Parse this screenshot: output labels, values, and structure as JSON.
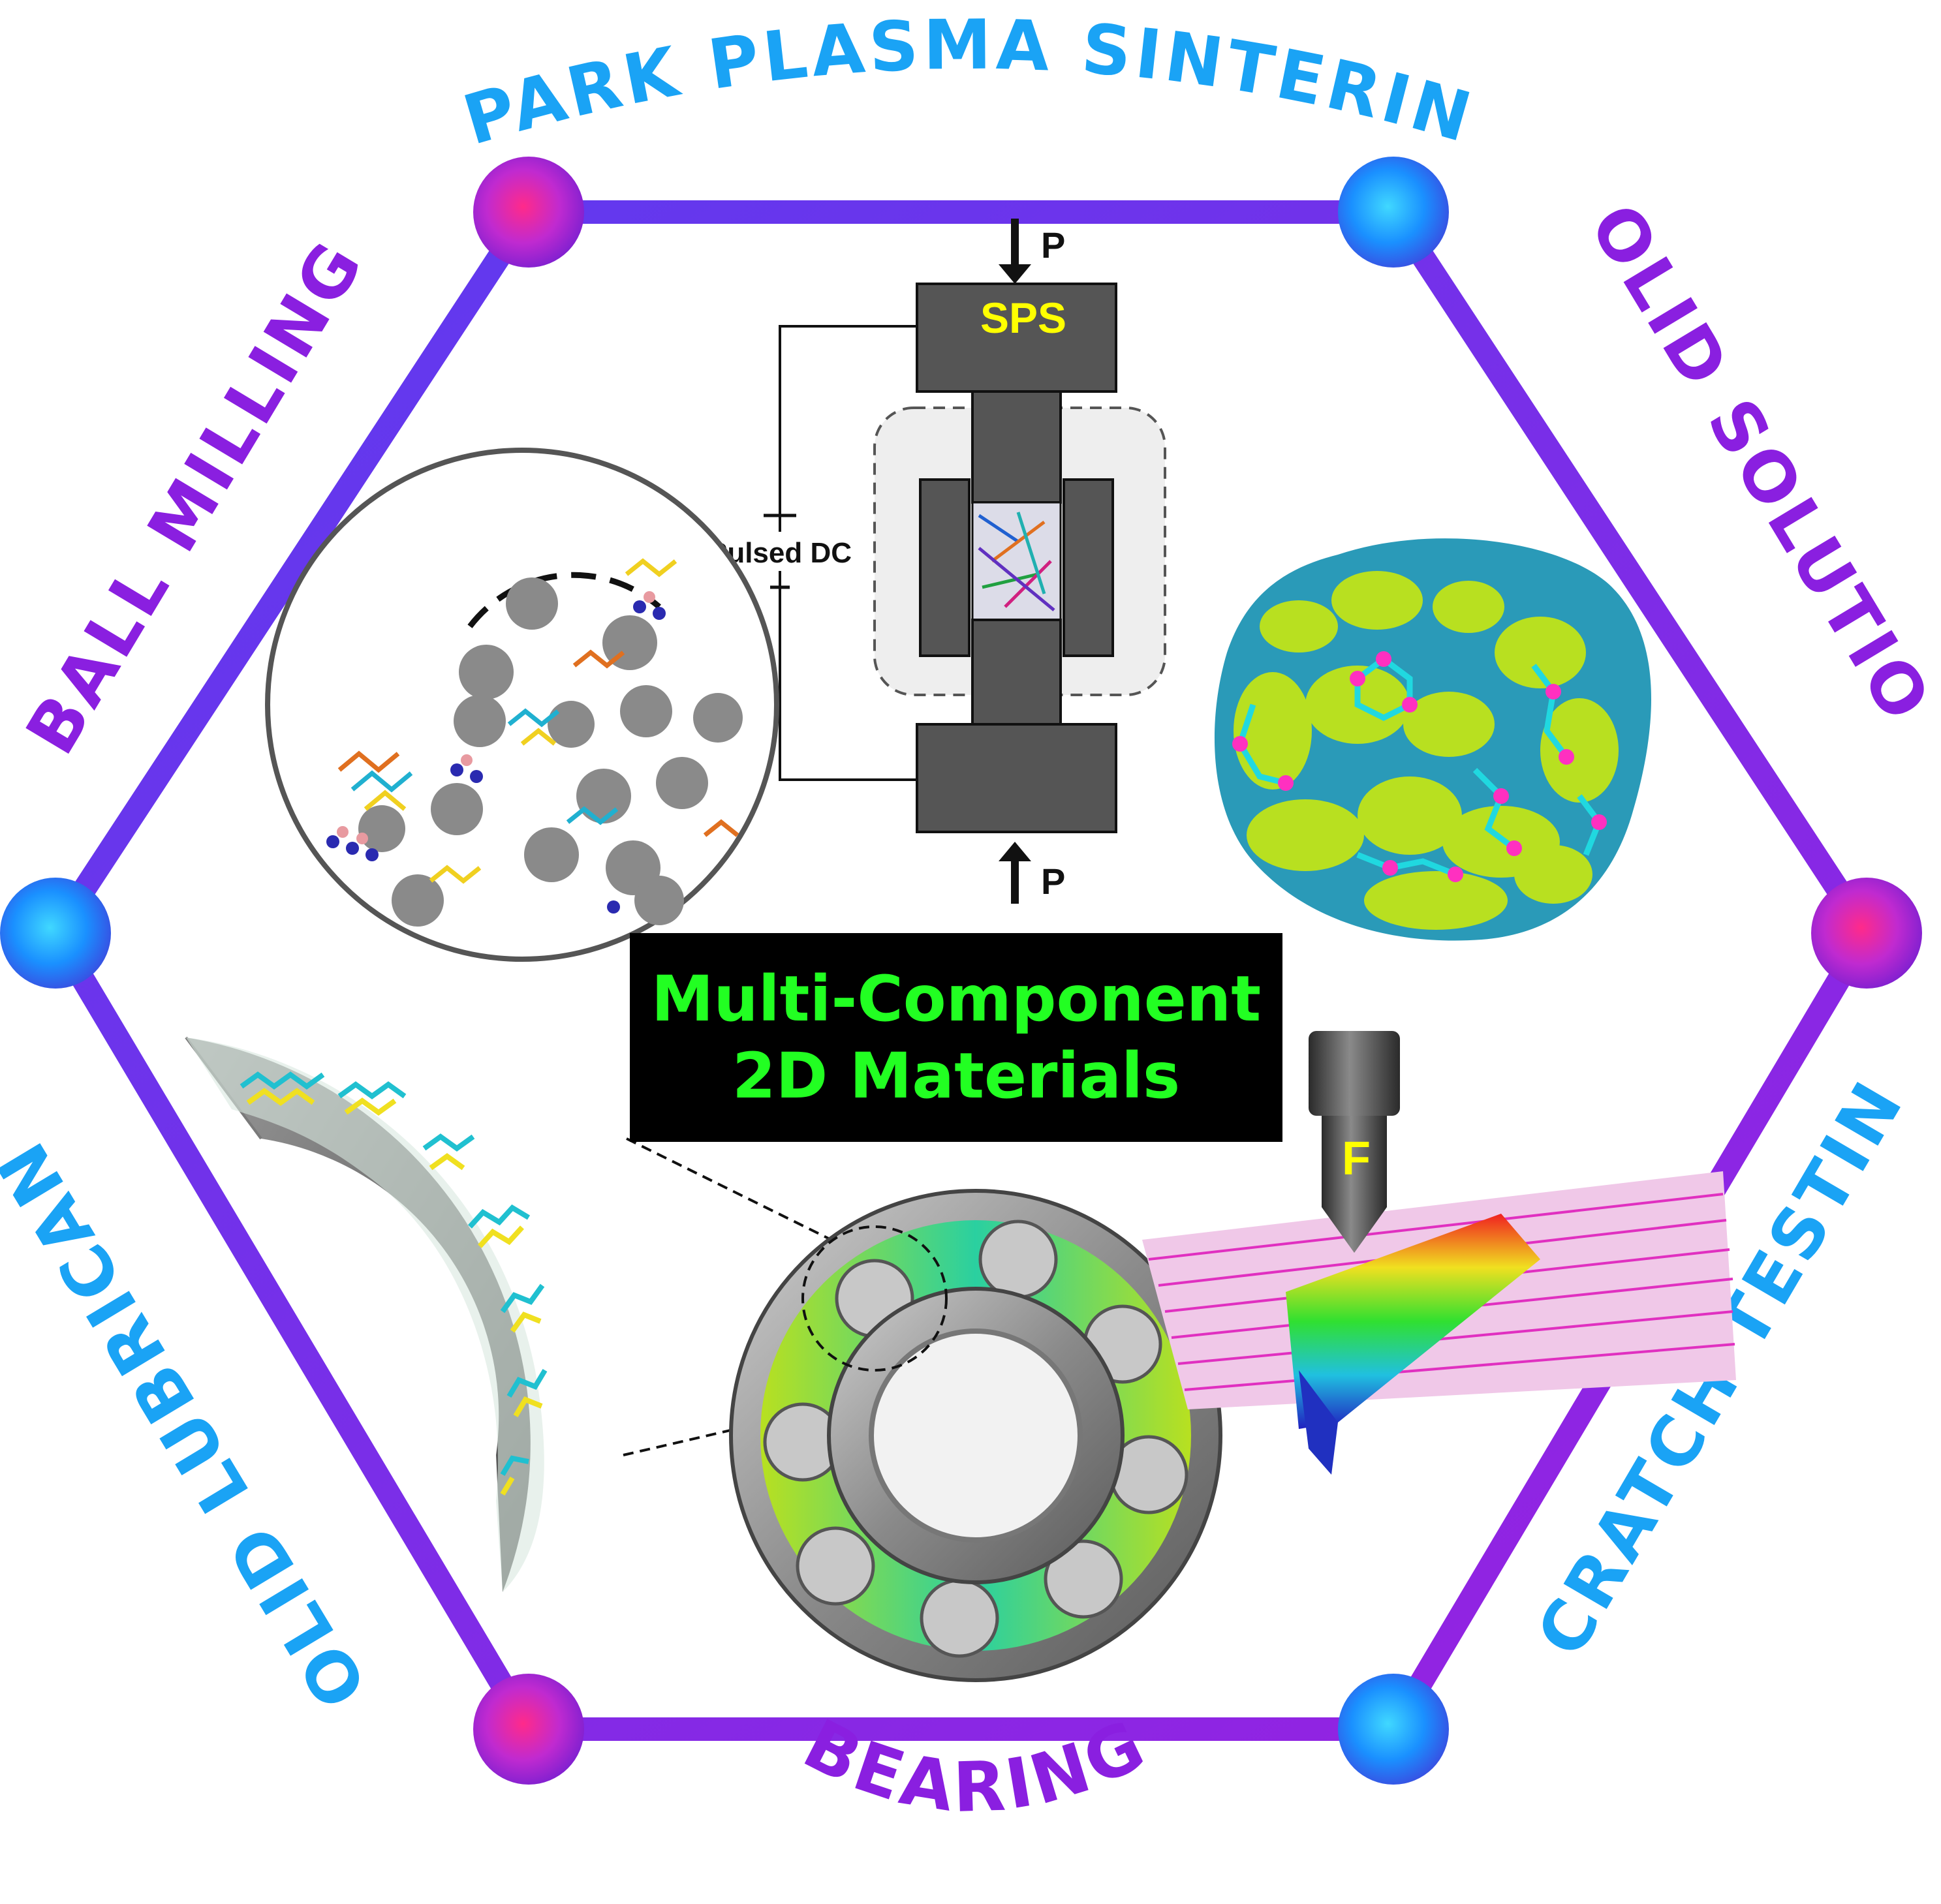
{
  "labels": {
    "top": "SPARK PLASMA SINTERING",
    "upper_right": "SOLID SOLUTION",
    "lower_right": "SCRATCH TESTING",
    "bottom": "BEARING",
    "lower_left": "SOLID LUBRICANT",
    "upper_left": "BALL MILLING"
  },
  "center": {
    "line1": "Multi-Component",
    "line2": "2D Materials"
  },
  "sps": {
    "box_label": "SPS",
    "power_label": "Pulsed DC",
    "pressure_top": "P",
    "pressure_bottom": "P"
  },
  "scratch": {
    "force_label": "F"
  },
  "colors": {
    "label_blue": "#1aa3f5",
    "label_purple": "#8a1fe0",
    "center_text": "#22ff22",
    "sps_label": "#ffff00",
    "hexagon_edge": "#7a2fe8"
  }
}
